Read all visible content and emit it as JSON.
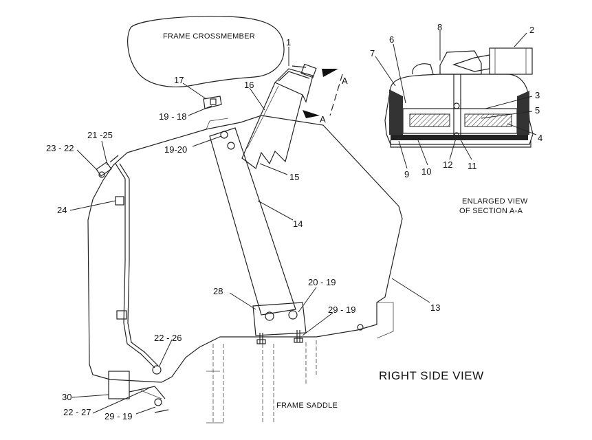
{
  "labels": {
    "frame_crossmember": "FRAME CROSSMEMBER",
    "frame_saddle": "FRAME SADDLE",
    "right_side_view": "RIGHT SIDE VIEW",
    "enlarged_view_line1": "ENLARGED VIEW",
    "enlarged_view_line2": "OF SECTION A-A",
    "section_marker": "A"
  },
  "callouts": {
    "c1": "1",
    "c2": "2",
    "c3": "3",
    "c4": "4",
    "c5": "5",
    "c6": "6",
    "c7": "7",
    "c8": "8",
    "c9": "9",
    "c10": "10",
    "c11": "11",
    "c12": "12",
    "c13": "13",
    "c14": "14",
    "c15": "15",
    "c16": "16",
    "c17": "17",
    "c19_18": "19 - 18",
    "c19_20": "19-20",
    "c21_25": "21 -25",
    "c23_22": "23 - 22",
    "c24": "24",
    "c28": "28",
    "c20_19": "20 - 19",
    "c29_19_upper": "29 - 19",
    "c22_26": "22 - 26",
    "c30": "30",
    "c22_27": "22 - 27",
    "c29_19_lower": "29 - 19"
  },
  "icons": {
    "section_arrow": "section-arrow-icon"
  }
}
